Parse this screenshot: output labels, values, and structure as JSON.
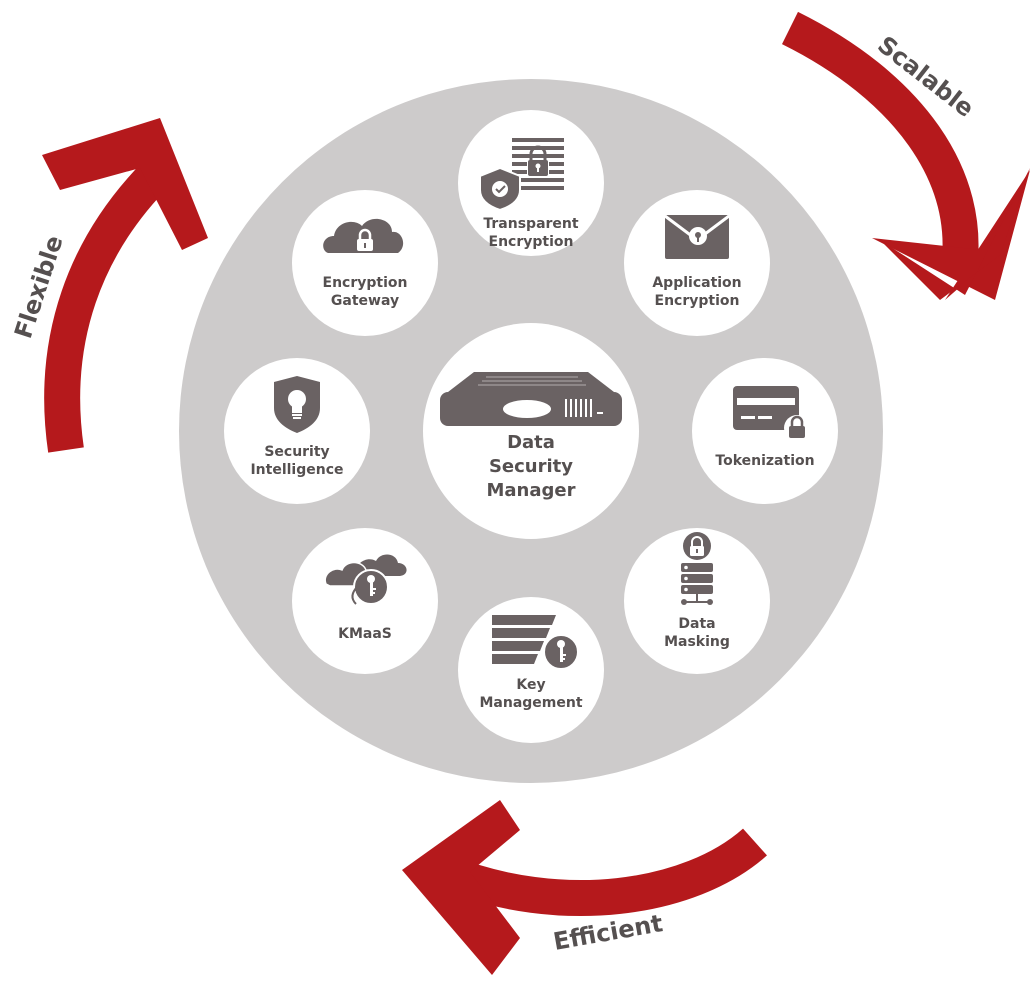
{
  "center": {
    "line1": "Data",
    "line2": "Security",
    "line3": "Manager",
    "icon": "server-appliance-icon"
  },
  "nodes": [
    {
      "id": "transparent-encryption",
      "line1": "Transparent",
      "line2": "Encryption",
      "icon": "document-lock-shield-icon"
    },
    {
      "id": "application-encryption",
      "line1": "Application",
      "line2": "Encryption",
      "icon": "envelope-lock-icon"
    },
    {
      "id": "tokenization",
      "line1": "Tokenization",
      "line2": "",
      "icon": "credit-card-lock-icon"
    },
    {
      "id": "data-masking",
      "line1": "Data",
      "line2": "Masking",
      "icon": "database-lock-icon"
    },
    {
      "id": "key-management",
      "line1": "Key",
      "line2": "Management",
      "icon": "stacked-key-icon"
    },
    {
      "id": "kmaas",
      "line1": "KMaaS",
      "line2": "",
      "icon": "cloud-key-icon"
    },
    {
      "id": "security-intelligence",
      "line1": "Security",
      "line2": "Intelligence",
      "icon": "shield-bulb-icon"
    },
    {
      "id": "encryption-gateway",
      "line1": "Encryption",
      "line2": "Gateway",
      "icon": "cloud-lock-icon"
    }
  ],
  "arrows": {
    "scalable": "Scalable",
    "efficient": "Efficient",
    "flexible": "Flexible"
  },
  "colors": {
    "arrow": "#b5191c",
    "disc": "#cdcbcb",
    "icon": "#6a6263",
    "text": "#555050"
  }
}
